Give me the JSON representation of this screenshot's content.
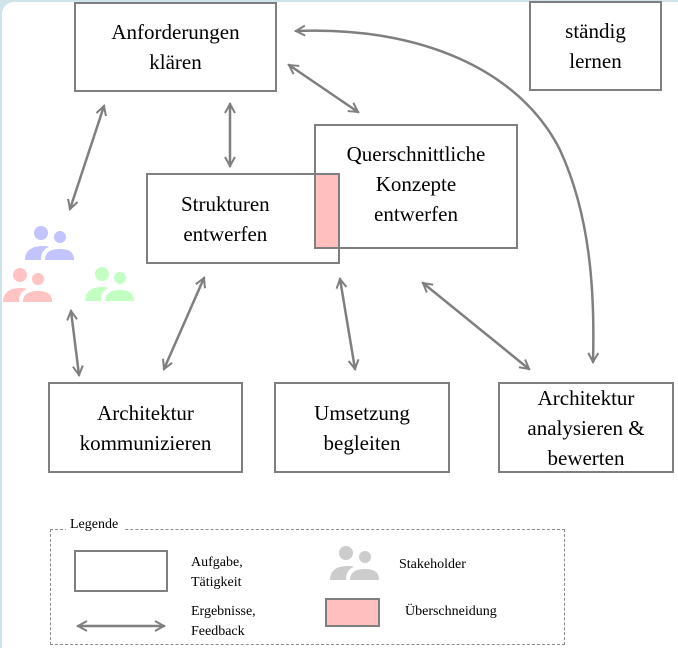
{
  "diagram": {
    "tasks": [
      {
        "id": "anforderungen",
        "label": "Anforderungen\nklären"
      },
      {
        "id": "staendig",
        "label": "ständig\nlernen"
      },
      {
        "id": "querschnitt",
        "label": "Querschnittliche\nKonzepte\nentwerfen"
      },
      {
        "id": "strukturen",
        "label": "Strukturen\nentwerfen"
      },
      {
        "id": "kommunizieren",
        "label": "Architektur\nkommunizieren"
      },
      {
        "id": "umsetzung",
        "label": "Umsetzung\nbegleiten"
      },
      {
        "id": "analysieren",
        "label": "Architektur\nanalysieren &\nbewerten"
      }
    ],
    "stakeholder_colors": {
      "blue": "#c3c3ff",
      "red": "#ffc3c3",
      "green": "#c3ffc3",
      "legend_gray": "#cccccc"
    },
    "colors": {
      "border": "#7f7f7f",
      "arrow": "#7f7f7f",
      "overlap": "#ffbfbf"
    },
    "connections": [
      {
        "from": "anforderungen",
        "to": "stakeholder",
        "type": "bidirectional"
      },
      {
        "from": "anforderungen",
        "to": "strukturen",
        "type": "bidirectional"
      },
      {
        "from": "anforderungen",
        "to": "querschnitt",
        "type": "bidirectional"
      },
      {
        "from": "anforderungen",
        "to": "analysieren",
        "type": "bidirectional-curved"
      },
      {
        "from": "strukturen",
        "to": "kommunizieren",
        "type": "bidirectional"
      },
      {
        "from": "querschnitt",
        "to": "umsetzung",
        "type": "bidirectional"
      },
      {
        "from": "querschnitt",
        "to": "analysieren",
        "type": "bidirectional"
      },
      {
        "from": "stakeholder",
        "to": "kommunizieren",
        "type": "bidirectional"
      }
    ]
  },
  "legend": {
    "title": "Legende",
    "task_label": "Aufgabe,\nTätigkeit",
    "arrow_label": "Ergebnisse,\nFeedback",
    "stakeholder_label": "Stakeholder",
    "overlap_label": "Überschneidung"
  }
}
